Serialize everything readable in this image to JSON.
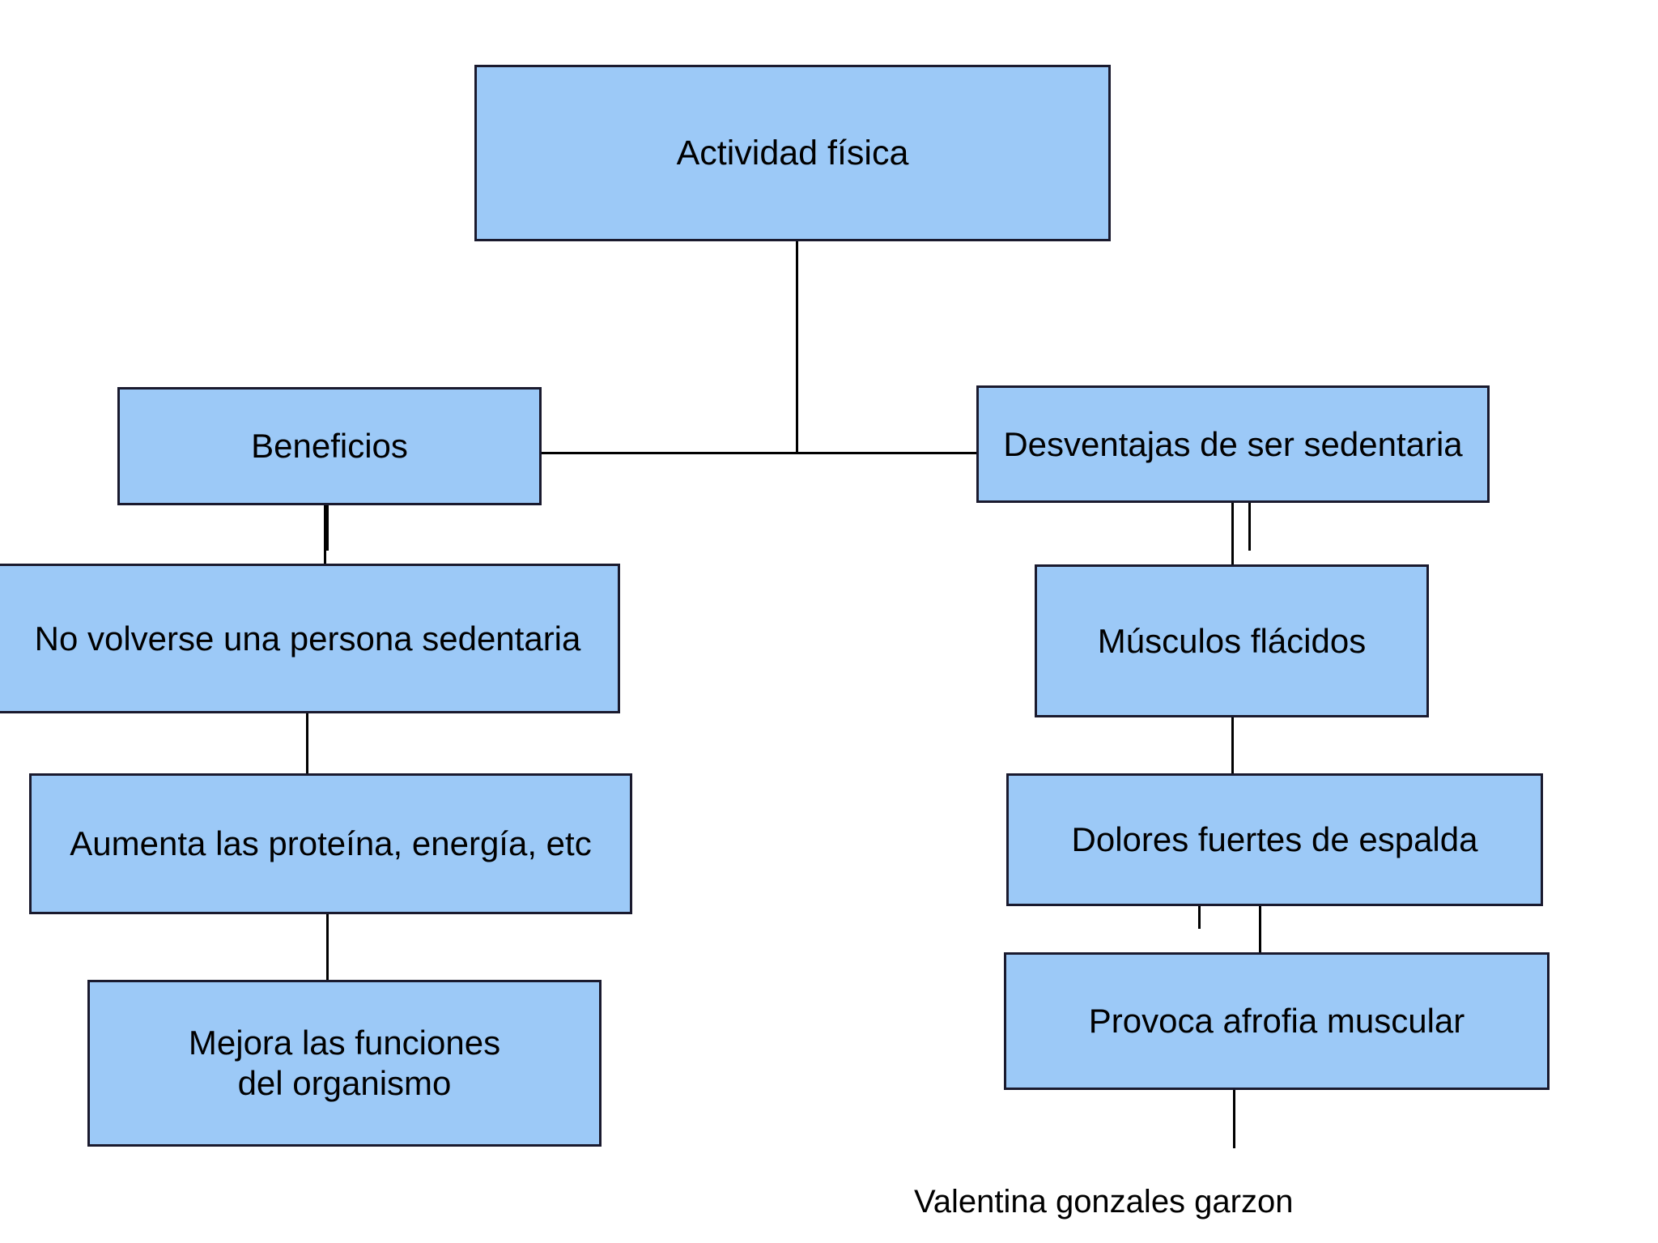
{
  "diagram": {
    "title": "Actividad física",
    "theme": {
      "node_fill": "#9CC9F7",
      "node_border": "#1a1a2e",
      "connector": "#000000",
      "text": "#000000",
      "background": "#ffffff"
    },
    "nodes": {
      "root": "Actividad física",
      "benefits_header": "Beneficios",
      "drawbacks_header": "Desventajas de ser sedentaria",
      "benefit_1": "No volverse una persona sedentaria",
      "benefit_2": "Aumenta las proteína, energía, etc",
      "benefit_3": "Mejora las funciones\ndel organismo",
      "drawback_1": "Músculos flácidos",
      "drawback_2": "Dolores fuertes de espalda",
      "drawback_3": "Provoca afrofia muscular"
    },
    "branches": [
      {
        "header": "Beneficios",
        "items": [
          "No volverse una persona sedentaria",
          "Aumenta las proteína, energía, etc",
          "Mejora las funciones del organismo"
        ]
      },
      {
        "header": "Desventajas de ser sedentaria",
        "items": [
          "Músculos flácidos",
          "Dolores fuertes de espalda",
          "Provoca afrofia muscular"
        ]
      }
    ],
    "footer": {
      "credit": "Valentina gonzales garzon"
    }
  }
}
